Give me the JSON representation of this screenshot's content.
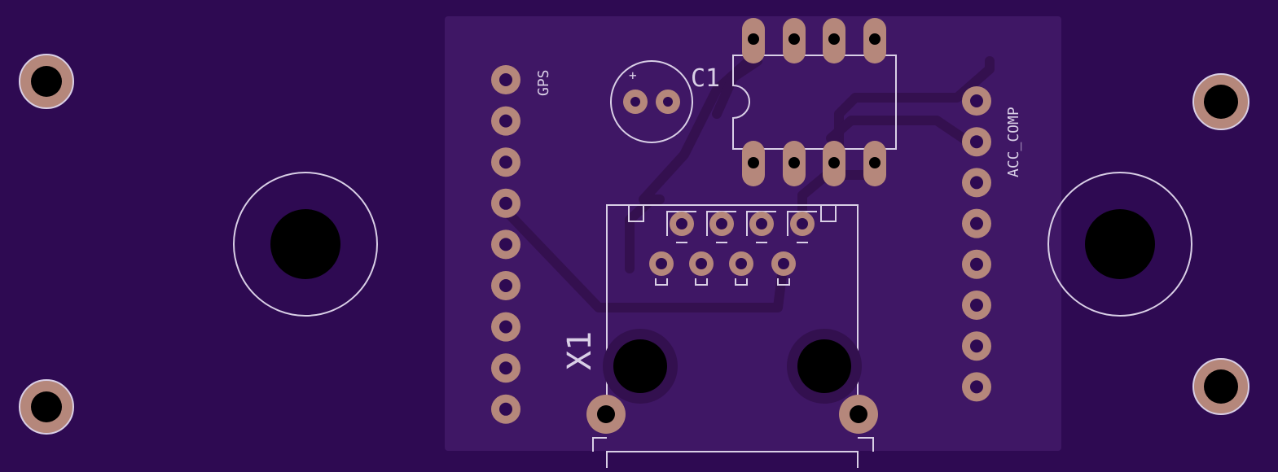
{
  "labels": {
    "gps": "GPS",
    "acc_comp": "ACC_COMP",
    "c1": "C1",
    "x1": "X1",
    "plus": "+"
  },
  "colors": {
    "board": "#2e0a52",
    "panel": "#3f1765",
    "trace": "#34104f",
    "pad": "#b5877b",
    "silk": "#d9cfe6",
    "hole": "#000000"
  },
  "headers": {
    "gps_pin_count": 9,
    "acc_comp_pin_count": 8
  },
  "ic": {
    "top_pin_count": 4,
    "bottom_pin_count": 4
  },
  "connector": {
    "top_row_pin_count": 4,
    "bottom_row_pin_count": 4
  }
}
